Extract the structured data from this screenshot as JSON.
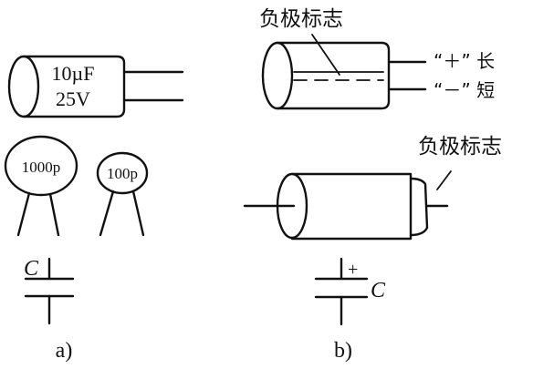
{
  "panel_a": {
    "electrolytic": {
      "capacitance": "10µF",
      "voltage": "25V"
    },
    "ceramic_large": {
      "label": "1000p"
    },
    "ceramic_small": {
      "label": "100p"
    },
    "symbol": {
      "label": "C"
    },
    "caption": "a)"
  },
  "panel_b": {
    "marker_label_top": "负极标志",
    "lead_plus": "“＋” 长",
    "lead_minus": "“－” 短",
    "marker_label_axial": "负极标志",
    "symbol": {
      "plus": "+",
      "label": "C"
    },
    "caption": "b)"
  },
  "colors": {
    "ink": "#111111",
    "background": "#ffffff"
  }
}
